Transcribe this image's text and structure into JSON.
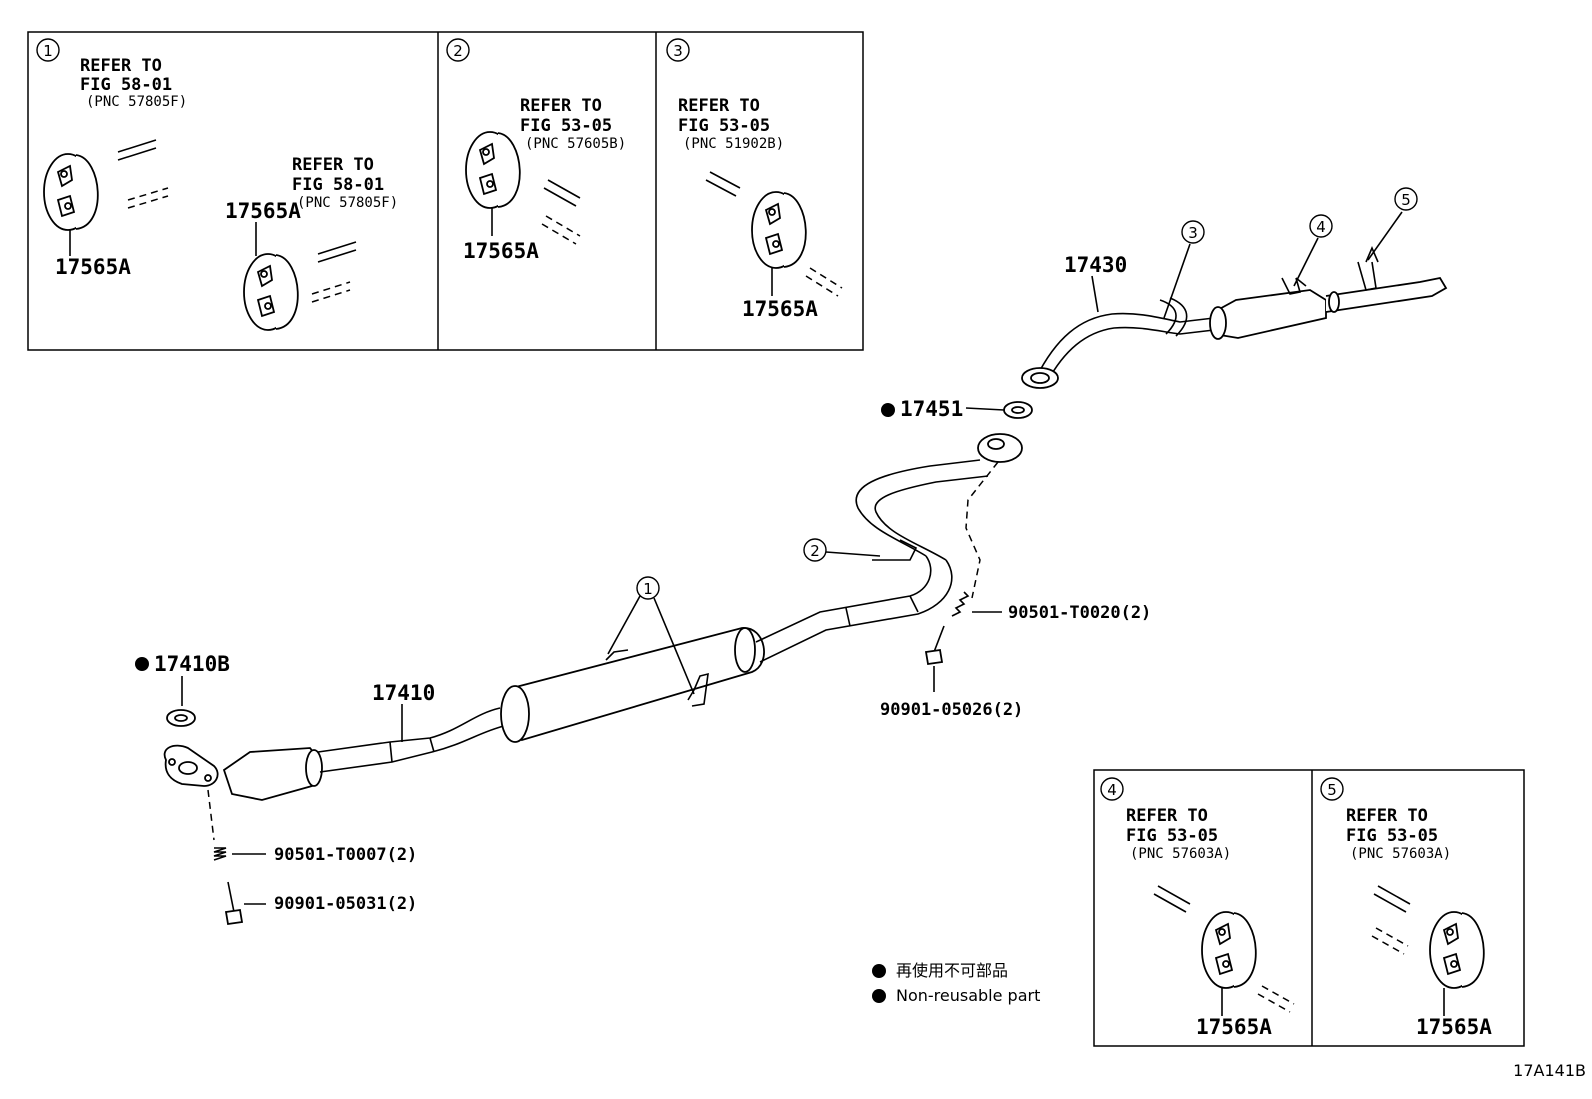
{
  "insets": {
    "i1": {
      "num": "1",
      "ref1": {
        "a": "REFER TO",
        "b": "FIG 58-01",
        "c": "(PNC 57805F)"
      },
      "ref2": {
        "a": "REFER TO",
        "b": "FIG 58-01",
        "c": "(PNC 57805F)"
      },
      "part_a": "17565A",
      "part_b": "17565A"
    },
    "i2": {
      "num": "2",
      "ref": {
        "a": "REFER TO",
        "b": "FIG 53-05",
        "c": "(PNC 57605B)"
      },
      "part": "17565A"
    },
    "i3": {
      "num": "3",
      "ref": {
        "a": "REFER TO",
        "b": "FIG 53-05",
        "c": "(PNC 51902B)"
      },
      "part": "17565A"
    },
    "i4": {
      "num": "4",
      "ref": {
        "a": "REFER TO",
        "b": "FIG 53-05",
        "c": "(PNC 57603A)"
      },
      "part": "17565A"
    },
    "i5": {
      "num": "5",
      "ref": {
        "a": "REFER TO",
        "b": "FIG 53-05",
        "c": "(PNC 57603A)"
      },
      "part": "17565A"
    }
  },
  "parts": {
    "p17430": "17430",
    "p17451": "17451",
    "p17410b": "17410B",
    "p17410": "17410",
    "p90501_t0020": "90501-T0020(2)",
    "p90901_05026": "90901-05026(2)",
    "p90501_t0007": "90501-T0007(2)",
    "p90901_05031": "90901-05031(2)"
  },
  "callouts": {
    "c1": "1",
    "c2": "2",
    "c3": "3",
    "c4": "4",
    "c5": "5"
  },
  "legend": {
    "jp": "再使用不可部品",
    "en": "Non-reusable part"
  },
  "figure_code": "17A141B"
}
